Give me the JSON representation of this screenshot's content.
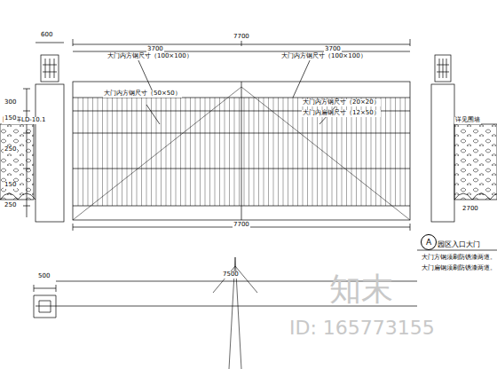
{
  "diagram": {
    "nodes": [
      {
        "text": [
          "A"
        ]
      }
    ],
    "labels": [
      "600",
      "7700",
      "3700",
      "3700",
      "大门内方钢尺寸（100×100）",
      "大门内方钢尺寸（100×100）",
      "大门内方钢尺寸（50×50）",
      "大门内方钢尺寸（20×20）",
      "大门内扁钢尺寸（12×50）",
      "围墙详LD-10.1",
      "详见围墙",
      "300",
      "150",
      "250",
      "150",
      "250",
      "7700",
      "2700",
      "园区入口大门",
      "大门方钢须刷防锈漆两道。",
      "大门扁钢须刷防锈漆两道。",
      "500",
      "7500",
      "知末",
      "ID: 165773155"
    ]
  }
}
